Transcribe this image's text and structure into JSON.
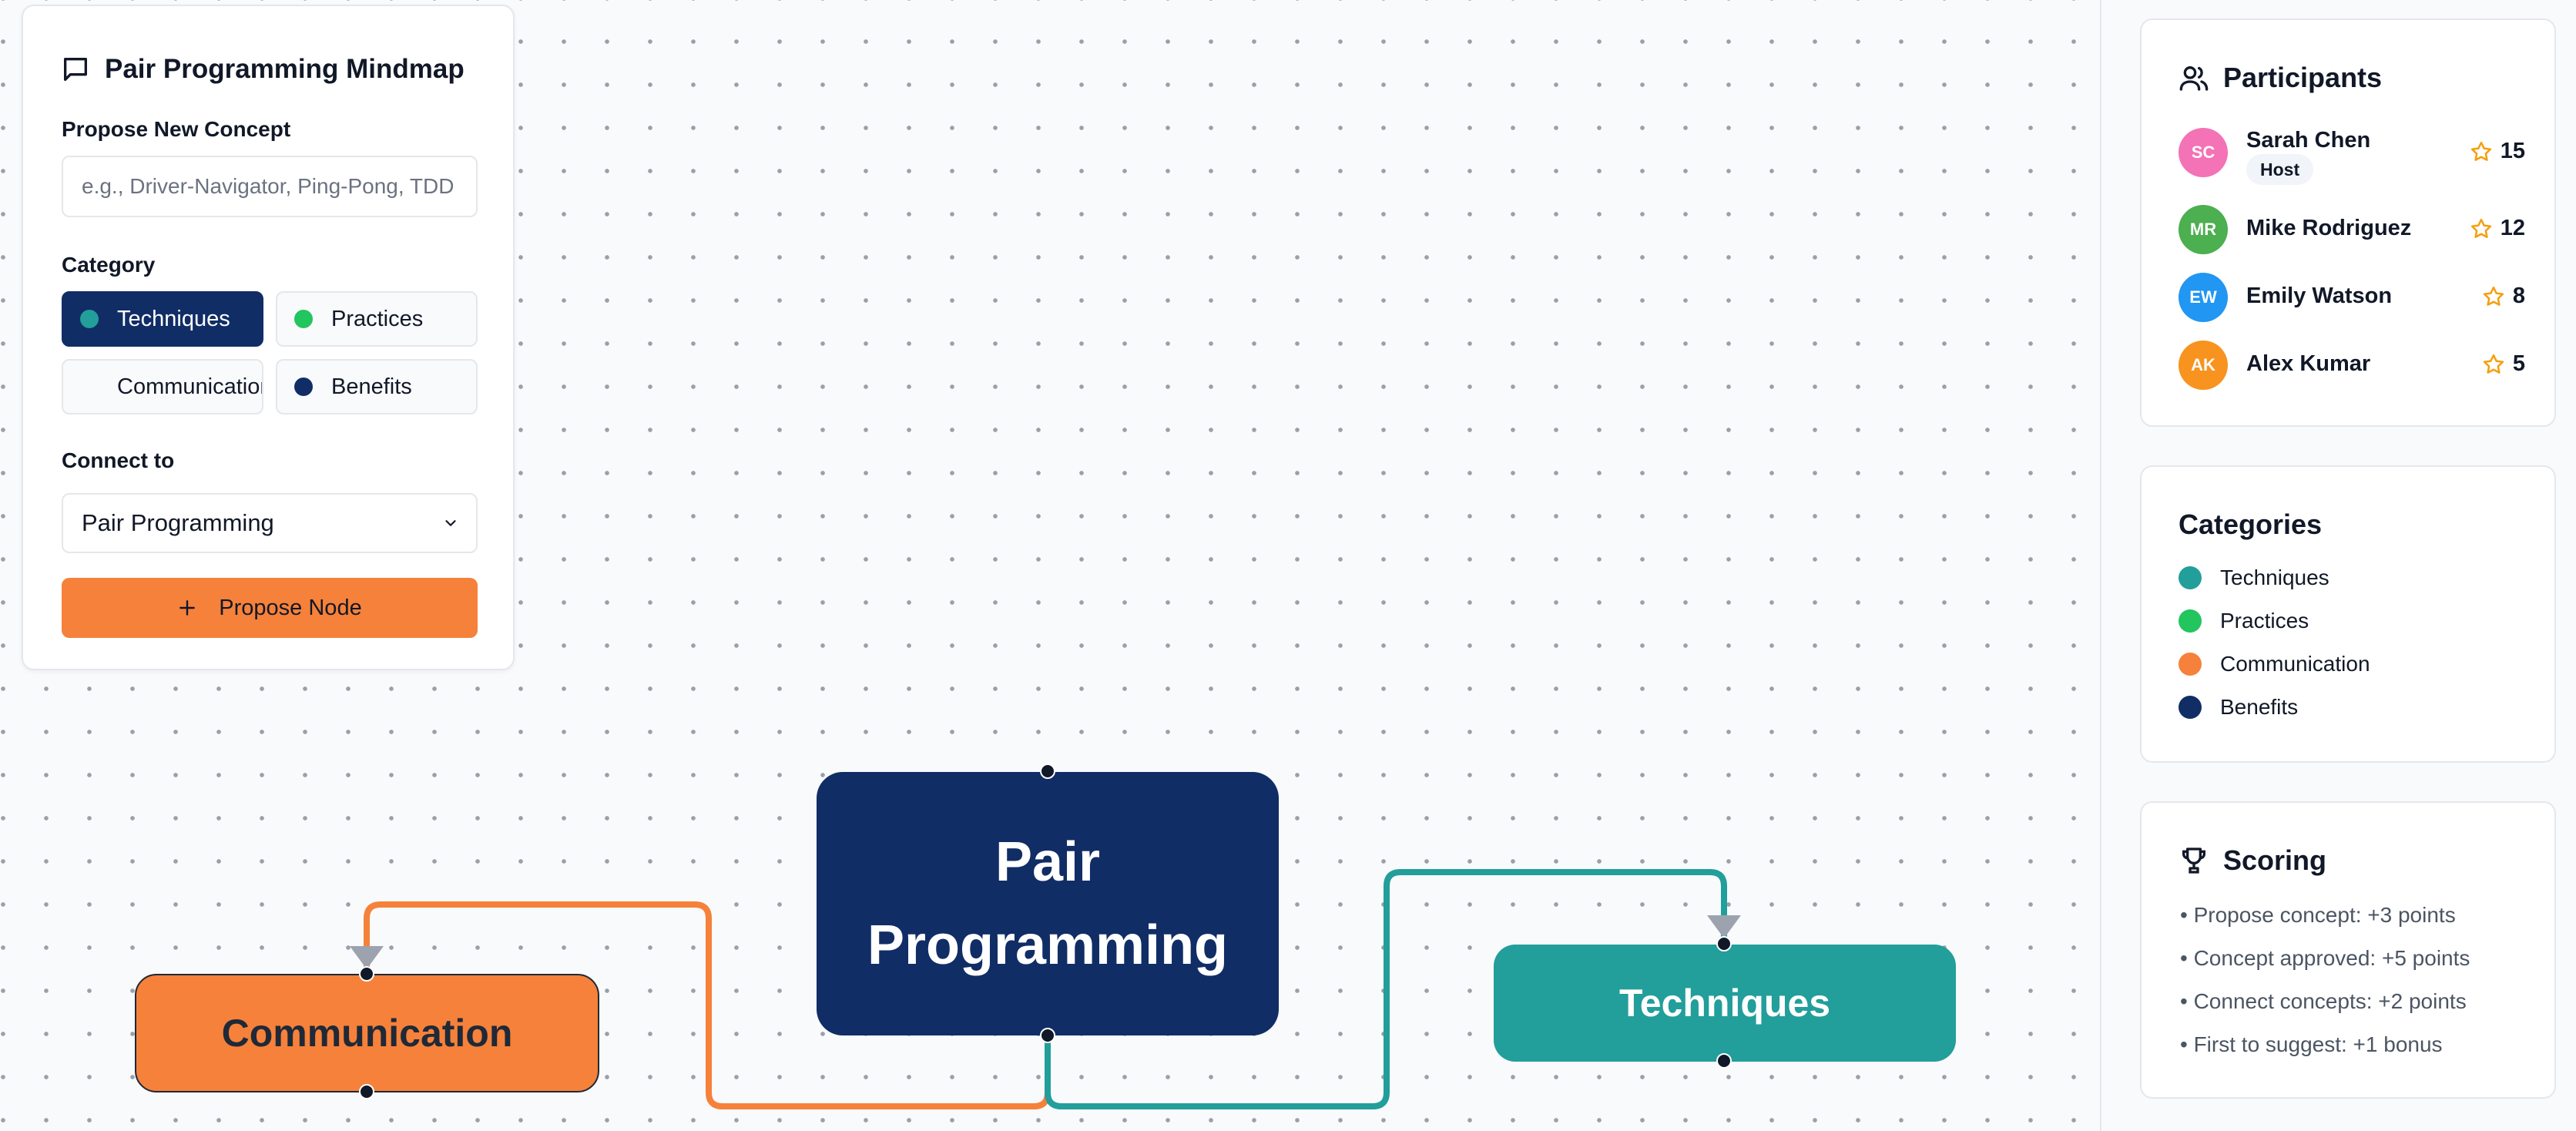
{
  "propose_panel": {
    "title": "Pair Programming Mindmap",
    "title_icon": "message-square-icon",
    "concept_label": "Propose New Concept",
    "concept_placeholder": "e.g., Driver-Navigator, Ping-Pong, TDD",
    "concept_value": "",
    "category_label": "Category",
    "categories": [
      {
        "label": "Techniques",
        "color": "#229e9b",
        "selected": true
      },
      {
        "label": "Practices",
        "color": "#22c55e",
        "selected": false
      },
      {
        "label": "Communication",
        "color": "",
        "selected": false
      },
      {
        "label": "Benefits",
        "color": "#112d66",
        "selected": false
      }
    ],
    "connect_label": "Connect to",
    "connect_value": "Pair Programming",
    "submit_label": "Propose Node",
    "submit_icon": "plus-icon"
  },
  "mindmap": {
    "root": {
      "label_line1": "Pair",
      "label_line2": "Programming",
      "color": "#112d66"
    },
    "nodes": [
      {
        "label": "Communication",
        "color": "#f6813a"
      },
      {
        "label": "Techniques",
        "color": "#229e9b"
      }
    ]
  },
  "participants": {
    "title": "Participants",
    "icon": "users-icon",
    "items": [
      {
        "initials": "SC",
        "name": "Sarah Chen",
        "badge": "Host",
        "score": "15",
        "color": "#f472b6"
      },
      {
        "initials": "MR",
        "name": "Mike Rodriguez",
        "badge": "",
        "score": "12",
        "color": "#4caf50"
      },
      {
        "initials": "EW",
        "name": "Emily Watson",
        "badge": "",
        "score": "8",
        "color": "#2196f3"
      },
      {
        "initials": "AK",
        "name": "Alex Kumar",
        "badge": "",
        "score": "5",
        "color": "#f7931e"
      }
    ]
  },
  "categories_panel": {
    "title": "Categories",
    "items": [
      {
        "label": "Techniques",
        "color": "#229e9b"
      },
      {
        "label": "Practices",
        "color": "#22c55e"
      },
      {
        "label": "Communication",
        "color": "#f6813a"
      },
      {
        "label": "Benefits",
        "color": "#112d66"
      }
    ]
  },
  "scoring": {
    "title": "Scoring",
    "icon": "trophy-icon",
    "rules": [
      "• Propose concept: +3 points",
      "• Concept approved: +5 points",
      "• Connect concepts: +2 points",
      "• First to suggest: +1 bonus"
    ]
  },
  "colors": {
    "accent": "#f6813a",
    "primary": "#112d66",
    "teal": "#229e9b",
    "star": "#f59e0b"
  }
}
